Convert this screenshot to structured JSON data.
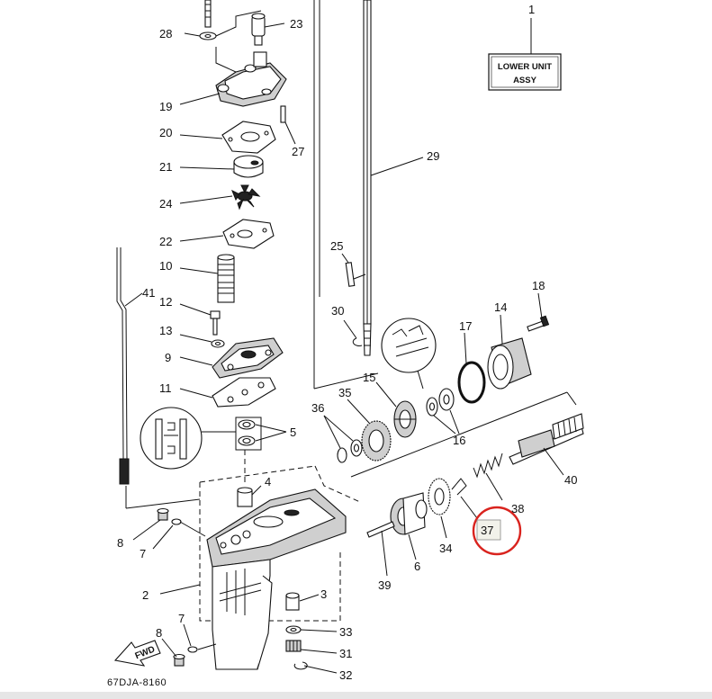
{
  "diagram": {
    "title_box": {
      "line1": "LOWER UNIT",
      "line2": "ASSY"
    },
    "drawing_code": "67DJA-8160",
    "arrow_label": "FWD",
    "highlight_color": "#d9231e",
    "labels": {
      "p1": "1",
      "p2": "2",
      "p3": "3",
      "p4": "4",
      "p5": "5",
      "p6": "6",
      "p7a": "7",
      "p7b": "7",
      "p8a": "8",
      "p8b": "8",
      "p9": "9",
      "p10": "10",
      "p11": "11",
      "p12": "12",
      "p13": "13",
      "p14": "14",
      "p15": "15",
      "p16": "16",
      "p17": "17",
      "p18": "18",
      "p19": "19",
      "p20": "20",
      "p21": "21",
      "p22": "22",
      "p23": "23",
      "p24": "24",
      "p25": "25",
      "p27": "27",
      "p28": "28",
      "p29": "29",
      "p30": "30",
      "p31": "31",
      "p32": "32",
      "p33": "33",
      "p34": "34",
      "p35": "35",
      "p36": "36",
      "p37": "37",
      "p38": "38",
      "p39": "39",
      "p40": "40",
      "p41": "41"
    }
  }
}
